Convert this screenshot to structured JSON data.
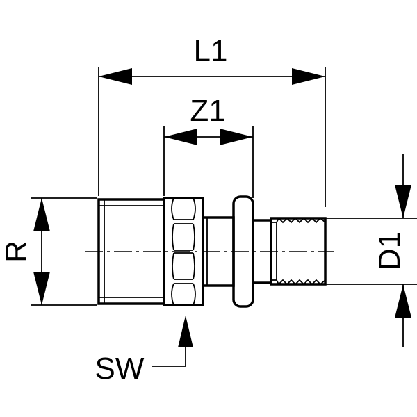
{
  "diagram": {
    "labels": {
      "l1": "L1",
      "z1": "Z1",
      "r": "R",
      "d1": "D1",
      "sw": "SW"
    },
    "line_color": "#000000",
    "background": "#ffffff"
  }
}
